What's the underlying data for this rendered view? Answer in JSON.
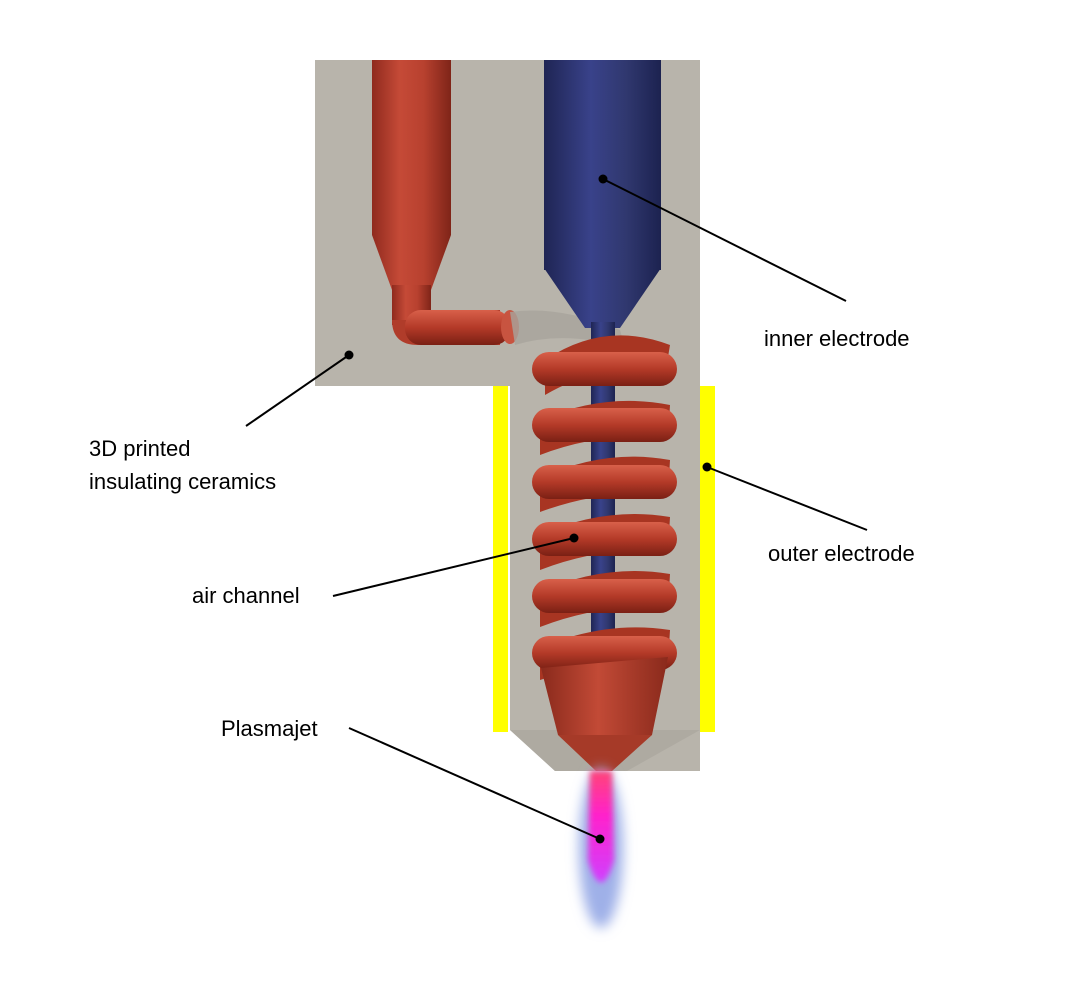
{
  "labels": {
    "inner_electrode": "inner electrode",
    "ceramics_line1": "3D printed",
    "ceramics_line2": "insulating ceramics",
    "outer_electrode": "outer electrode",
    "air_channel": "air channel",
    "plasmajet": "Plasmajet"
  },
  "colors": {
    "ceramic": "#b8b4ab",
    "inner_electrode": "#2e3670",
    "air_channel": "#b5402f",
    "outer_electrode": "#ffff00",
    "plasma_core": "#ff22cc",
    "plasma_glow": "#9fb0e8",
    "leader": "#000000"
  }
}
